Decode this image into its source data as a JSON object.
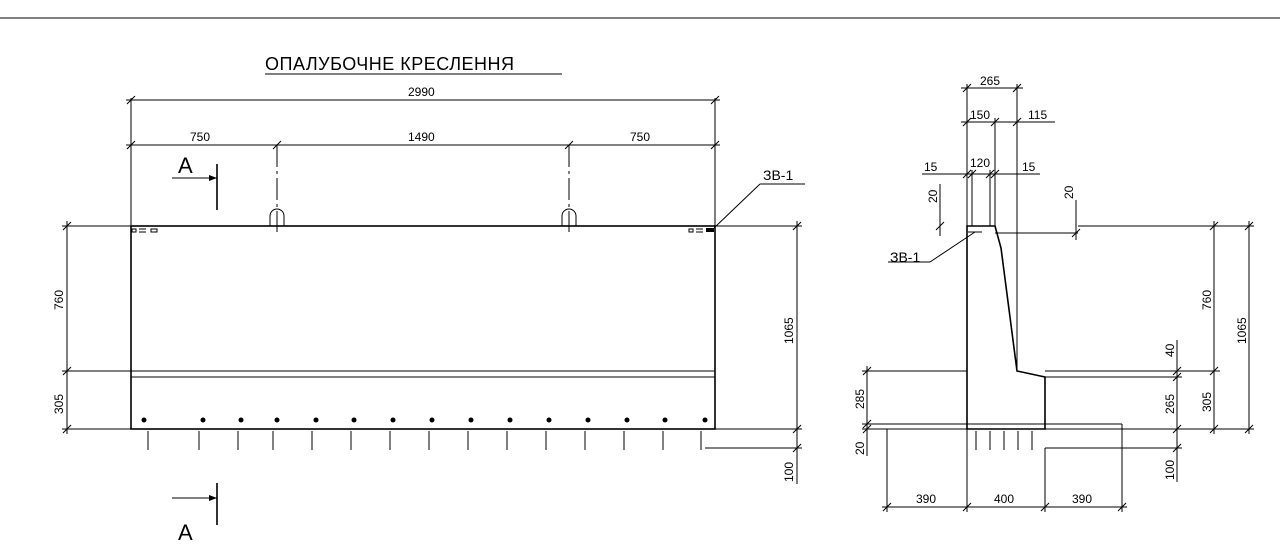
{
  "title": "ОПАЛУБОЧНЕ  КРЕСЛЕННЯ",
  "section_mark": "А",
  "front_view": {
    "dims_top": {
      "overall": "2990",
      "left": "750",
      "middle": "1490",
      "right": "750"
    },
    "dims_left": {
      "upper": "760",
      "lower": "305"
    },
    "dims_right": {
      "total": "1065",
      "bottom": "100"
    },
    "embedded_part": "ЗВ-1"
  },
  "section_view": {
    "dims_top": {
      "overall": "265",
      "left": "150",
      "right": "115",
      "a": "15",
      "b": "120",
      "c": "15"
    },
    "dims_left_20": "20",
    "dims_right_20": "20",
    "embedded_part": "ЗВ-1",
    "dims_left": {
      "upper": "285",
      "lower": "20"
    },
    "dims_right_inner": {
      "a": "40",
      "b": "265",
      "c": "100"
    },
    "dims_right_outer": {
      "upper": "760",
      "middle": "305",
      "total": "1065"
    },
    "dims_bottom": {
      "left": "390",
      "middle": "400",
      "right": "390"
    }
  }
}
